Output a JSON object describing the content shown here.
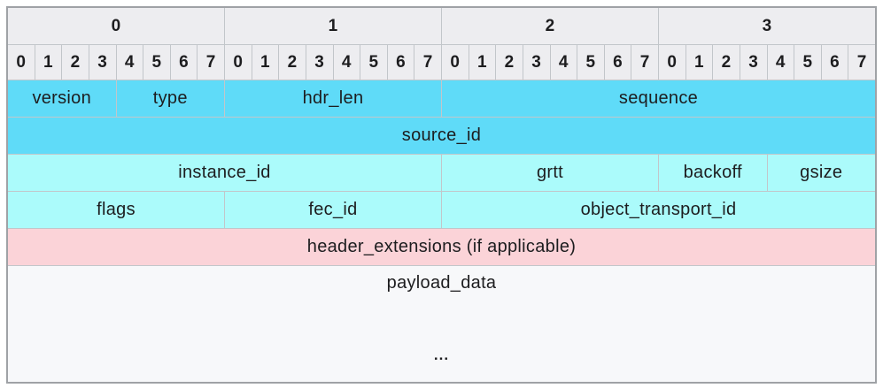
{
  "colors": {
    "header_bg": "#ededf0",
    "cyan": "#5fdbf8",
    "light_cyan": "#abfbfb",
    "pink": "#fbd3d8",
    "payload_bg": "#f7f8fa",
    "separator": "#c2c6ca",
    "outer_border": "#9fa2a6",
    "text": "#1d1d1f"
  },
  "grid": {
    "rows": [
      {
        "type": "byte-header",
        "cells": [
          {
            "label": "0",
            "span": 8,
            "fill": "gray"
          },
          {
            "label": "1",
            "span": 8,
            "fill": "gray"
          },
          {
            "label": "2",
            "span": 8,
            "fill": "gray"
          },
          {
            "label": "3",
            "span": 8,
            "fill": "gray"
          }
        ]
      },
      {
        "type": "bit-header",
        "cells": [
          {
            "label": "0",
            "span": 1,
            "fill": "gray"
          },
          {
            "label": "1",
            "span": 1,
            "fill": "gray"
          },
          {
            "label": "2",
            "span": 1,
            "fill": "gray"
          },
          {
            "label": "3",
            "span": 1,
            "fill": "gray"
          },
          {
            "label": "4",
            "span": 1,
            "fill": "gray"
          },
          {
            "label": "5",
            "span": 1,
            "fill": "gray"
          },
          {
            "label": "6",
            "span": 1,
            "fill": "gray"
          },
          {
            "label": "7",
            "span": 1,
            "fill": "gray"
          },
          {
            "label": "0",
            "span": 1,
            "fill": "gray"
          },
          {
            "label": "1",
            "span": 1,
            "fill": "gray"
          },
          {
            "label": "2",
            "span": 1,
            "fill": "gray"
          },
          {
            "label": "3",
            "span": 1,
            "fill": "gray"
          },
          {
            "label": "4",
            "span": 1,
            "fill": "gray"
          },
          {
            "label": "5",
            "span": 1,
            "fill": "gray"
          },
          {
            "label": "6",
            "span": 1,
            "fill": "gray"
          },
          {
            "label": "7",
            "span": 1,
            "fill": "gray"
          },
          {
            "label": "0",
            "span": 1,
            "fill": "gray"
          },
          {
            "label": "1",
            "span": 1,
            "fill": "gray"
          },
          {
            "label": "2",
            "span": 1,
            "fill": "gray"
          },
          {
            "label": "3",
            "span": 1,
            "fill": "gray"
          },
          {
            "label": "4",
            "span": 1,
            "fill": "gray"
          },
          {
            "label": "5",
            "span": 1,
            "fill": "gray"
          },
          {
            "label": "6",
            "span": 1,
            "fill": "gray"
          },
          {
            "label": "7",
            "span": 1,
            "fill": "gray"
          },
          {
            "label": "0",
            "span": 1,
            "fill": "gray"
          },
          {
            "label": "1",
            "span": 1,
            "fill": "gray"
          },
          {
            "label": "2",
            "span": 1,
            "fill": "gray"
          },
          {
            "label": "3",
            "span": 1,
            "fill": "gray"
          },
          {
            "label": "4",
            "span": 1,
            "fill": "gray"
          },
          {
            "label": "5",
            "span": 1,
            "fill": "gray"
          },
          {
            "label": "6",
            "span": 1,
            "fill": "gray"
          },
          {
            "label": "7",
            "span": 1,
            "fill": "gray"
          }
        ]
      },
      {
        "type": "field",
        "cells": [
          {
            "label": "version",
            "span": 4,
            "fill": "cyan"
          },
          {
            "label": "type",
            "span": 4,
            "fill": "cyan"
          },
          {
            "label": "hdr_len",
            "span": 8,
            "fill": "cyan"
          },
          {
            "label": "sequence",
            "span": 16,
            "fill": "cyan"
          }
        ]
      },
      {
        "type": "field",
        "cells": [
          {
            "label": "source_id",
            "span": 32,
            "fill": "cyan"
          }
        ]
      },
      {
        "type": "field",
        "cells": [
          {
            "label": "instance_id",
            "span": 16,
            "fill": "lightcyan"
          },
          {
            "label": "grtt",
            "span": 8,
            "fill": "lightcyan"
          },
          {
            "label": "backoff",
            "span": 4,
            "fill": "lightcyan"
          },
          {
            "label": "gsize",
            "span": 4,
            "fill": "lightcyan"
          }
        ]
      },
      {
        "type": "field",
        "cells": [
          {
            "label": "flags",
            "span": 8,
            "fill": "lightcyan"
          },
          {
            "label": "fec_id",
            "span": 8,
            "fill": "lightcyan"
          },
          {
            "label": "object_transport_id",
            "span": 16,
            "fill": "lightcyan"
          }
        ]
      },
      {
        "type": "field",
        "cells": [
          {
            "label": "header_extensions (if applicable)",
            "span": 32,
            "fill": "pink"
          }
        ]
      },
      {
        "type": "payload",
        "cells": [
          {
            "label": "payload_data",
            "ellipsis": "...",
            "span": 32,
            "fill": "white"
          }
        ]
      }
    ]
  }
}
